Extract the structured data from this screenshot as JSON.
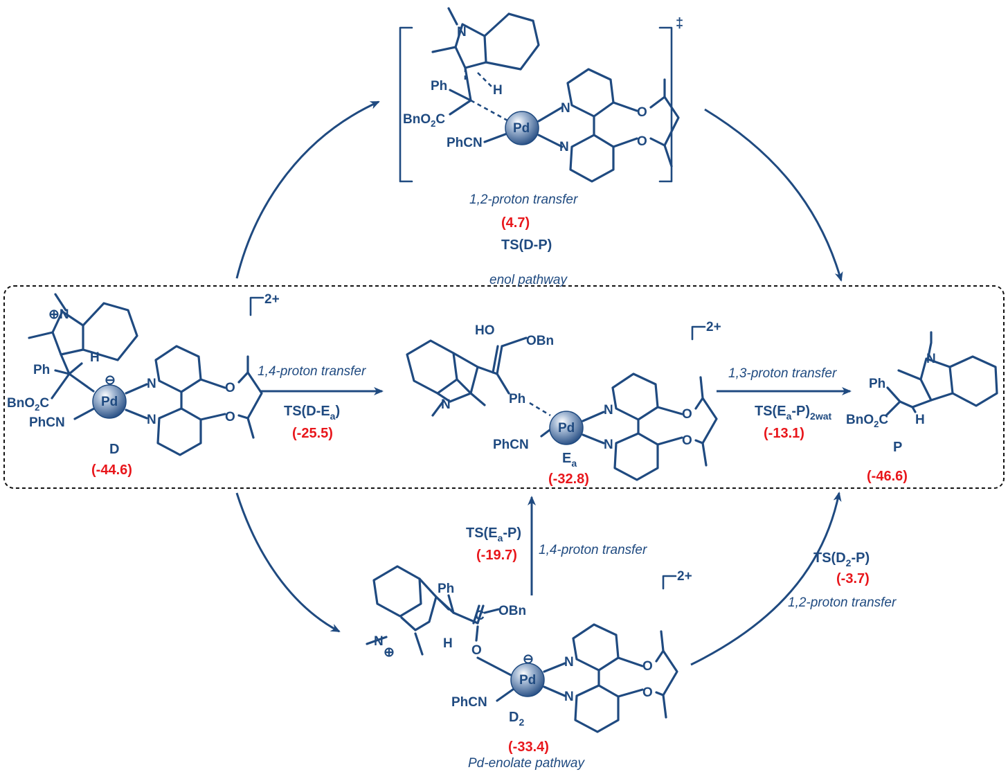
{
  "atoms": {
    "pd": "Pd",
    "ph": "Ph",
    "bno2c": "BnO",
    "o2c_sub": "2",
    "c_after": "C",
    "phcn": "PhCN",
    "n": "N",
    "o": "O",
    "h": "H",
    "ho": "HO",
    "obn": "OBn",
    "c": "C",
    "charge_plus": "2+",
    "dagger": "‡",
    "minus": "−",
    "plus": "+"
  },
  "ts_top": {
    "process": "1,2-proton transfer",
    "energy": "(4.7)",
    "label": "TS(D-P)"
  },
  "box_label": "enol pathway",
  "bottom_label": "Pd-enolate pathway",
  "species": {
    "D": {
      "label": "D",
      "energy": "(-44.6)"
    },
    "Ea": {
      "label": "E",
      "sub": "a",
      "energy": "(-32.8)"
    },
    "P": {
      "label": "P",
      "energy": "(-46.6)"
    },
    "D2": {
      "label": "D",
      "sub": "2",
      "energy": "(-33.4)"
    }
  },
  "steps": {
    "d_to_ea": {
      "process": "1,4-proton transfer",
      "ts_main": "TS(D-E",
      "ts_sub": "a",
      "ts_end": ")",
      "energy": "(-25.5)"
    },
    "ea_to_p": {
      "process": "1,3-proton transfer",
      "ts_main": "TS(E",
      "ts_sub": "a",
      "ts_mid": "-P)",
      "ts_sub2": "2wat",
      "energy": "(-13.1)"
    },
    "d2_to_ea": {
      "process": "1,4-proton transfer",
      "ts_main": "TS(E",
      "ts_sub": "a",
      "ts_end": "-P)",
      "energy": "(-19.7)"
    },
    "d2_to_p": {
      "process": "1,2-proton transfer",
      "ts_main": "TS(D",
      "ts_sub": "2",
      "ts_end": "-P)",
      "energy": "(-3.7)"
    }
  },
  "colors": {
    "ink": "#1f4a80",
    "energy": "#e8161b"
  }
}
